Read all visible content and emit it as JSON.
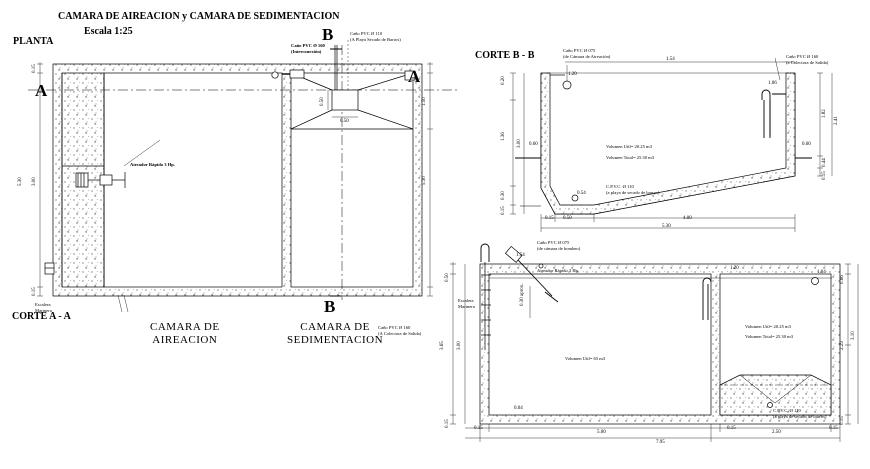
{
  "titles": {
    "main": "CAMARA DE AIREACION  y  CAMARA DE SEDIMENTACION",
    "scale": "Escala 1:25",
    "plan": "PLANTA",
    "section_bb": "CORTE B - B",
    "section_aa": "CORTE A - A"
  },
  "markers": {
    "a_left": "A",
    "a_right": "A",
    "b_top": "B",
    "b_bottom": "B"
  },
  "plan": {
    "label_aeracion": [
      "CAMARA DE",
      "AIREACION"
    ],
    "label_sedimentacion": [
      "CAMARA DE",
      "SEDIMENTACION"
    ],
    "note_pvc160": [
      "Caño PVC Ø 160",
      "(Interconexión)"
    ],
    "note_pvc110": [
      "Caño PVC Ø 110",
      "(A Playa Secado de Barros)"
    ],
    "note_pvc160_out": [
      "Caño PVC Ø 160",
      "(A Colectora de Salida)"
    ],
    "aireador": "Aireador Rápido 3 Hp.",
    "escalera": [
      "Escalera",
      "Marinera"
    ],
    "dims": {
      "d015_top": "0.15",
      "d530": "5.30",
      "d300": "3.00",
      "d150": "1.50",
      "d530_r": "5.30",
      "d015_bot": "0.15",
      "d050": "0.50",
      "d050b": "0.50"
    }
  },
  "corte_bb": {
    "pvc075": [
      "Caño PVC Ø 075",
      "(de Cámara de Aireación)"
    ],
    "pvc160": [
      "Caño PVC Ø 160",
      "(a Colectora de Salida)"
    ],
    "volumen_util": "Volumen Util= 20.25 m3",
    "volumen_total": "Volumen Total= 25.30 m3",
    "cpvc110": [
      "C.P.V.C. Ø 110",
      "(a playa de secado de barros)"
    ],
    "dims": {
      "d015a": "0.15",
      "d050": "0.50",
      "d400": "4.00",
      "d530": "5.30",
      "d120": "1.20",
      "d154": "1.54",
      "d106": "1.06",
      "d060": "0.60",
      "d060b": "0.60",
      "d054": "0.54",
      "d020": "0.20",
      "d136": "1.36",
      "d300": "3.00",
      "d015b": "0.15",
      "d030": "0.30",
      "d182": "1.82",
      "d241": "2.41",
      "d015c": "0.15",
      "d044": "0.44"
    }
  },
  "corte_aa": {
    "pvc075": [
      "Caño PVC Ø 075",
      "(de cámara de bombeo)"
    ],
    "aireador": "Aireador Rápido 3 Hp.",
    "escalera": [
      "Escalera",
      "Marinera"
    ],
    "volumen_util_a": "Volumen Util= 65 m3",
    "volumen_util_s": "Volumen Util= 20.25 m3",
    "volumen_total_s": "Volumen Total= 25.30 m3",
    "cpvc110": [
      "C.P.V.C. Ø 110",
      "(a playa de secado de barros)"
    ],
    "dims": {
      "d154": "1.54",
      "d120": "1.20",
      "d104": "1.04",
      "d030": "0.30 aprox.",
      "d004": "0.04",
      "d015a": "0.15",
      "d500": "5.00",
      "d795": "7.95",
      "d015b": "0.15",
      "d250": "2.50",
      "d015c": "0.15",
      "d050": "0.50",
      "d365": "3.65",
      "d300": "3.00",
      "d015d": "0.15",
      "d066": "0.66",
      "d229": "2.29",
      "d310": "3.10",
      "d015e": "0.15"
    }
  }
}
